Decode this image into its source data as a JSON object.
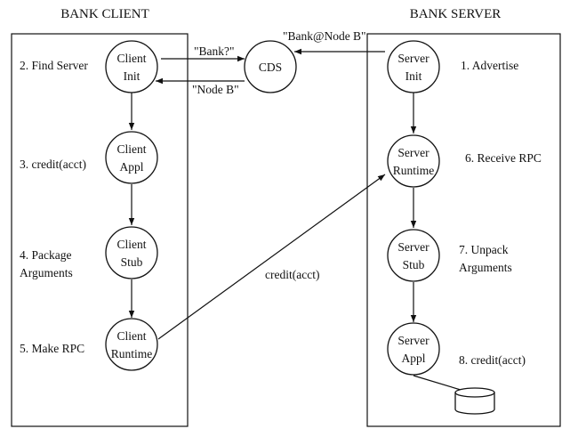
{
  "headers": {
    "client": "BANK CLIENT",
    "server": "BANK SERVER"
  },
  "nodes": {
    "client_init": [
      "Client",
      "Init"
    ],
    "client_appl": [
      "Client",
      "Appl"
    ],
    "client_stub": [
      "Client",
      "Stub"
    ],
    "client_runtime": [
      "Client",
      "Runtime"
    ],
    "cds": [
      "CDS"
    ],
    "server_init": [
      "Server",
      "Init"
    ],
    "server_runtime": [
      "Server",
      "Runtime"
    ],
    "server_stub": [
      "Server",
      "Stub"
    ],
    "server_appl": [
      "Server",
      "Appl"
    ]
  },
  "step_labels": {
    "find_server": [
      "2. Find Server"
    ],
    "credit": [
      "3. credit(acct)"
    ],
    "package_args": [
      "4. Package",
      "Arguments"
    ],
    "make_rpc": [
      "5. Make RPC"
    ],
    "advertise": [
      "1. Advertise"
    ],
    "receive_rpc": [
      "6. Receive RPC"
    ],
    "unpack_args": [
      "7. Unpack",
      "Arguments"
    ],
    "server_credit": [
      "8. credit(acct)"
    ]
  },
  "messages": {
    "bank_query": "\"Bank?\"",
    "node_b_reply": "\"Node B\"",
    "bank_at_node_b": "\"Bank@Node B\"",
    "rpc_call": "credit(acct)"
  }
}
